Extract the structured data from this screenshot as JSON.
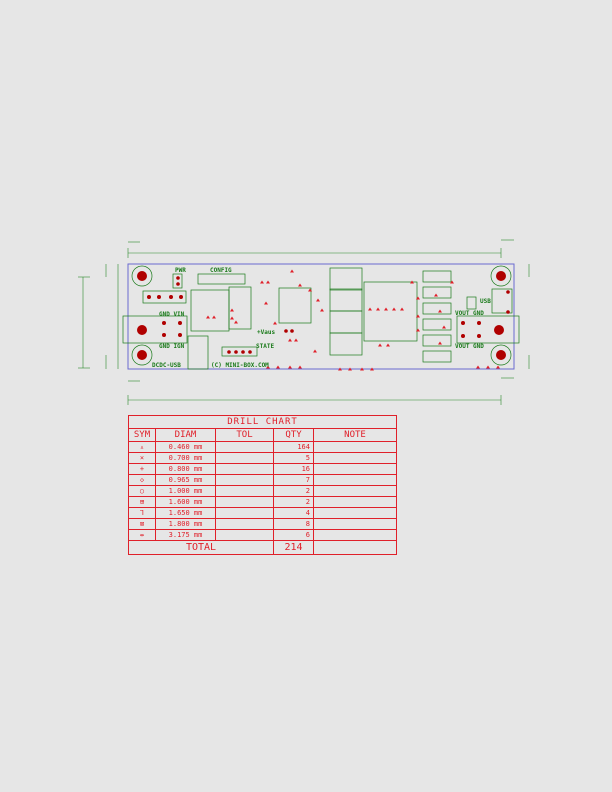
{
  "board": {
    "labels": {
      "pwr": "PWR",
      "config": "CONFIG",
      "gnd_vin": "GND VIN",
      "gnd_ign": "GND IGN",
      "name": "DCDC-USB",
      "copyright": "(C) MINI-BOX.COM",
      "state": "STATE",
      "vaus": "+Vaus",
      "vout_gnd_top": "VOUT GND",
      "vout_gnd_bottom": "VOUT GND",
      "usb": "USB"
    },
    "colors": {
      "outline": "#6a6ad0",
      "silk": "#1a7a1a",
      "pad": "#b00000",
      "drill": "#e0202a"
    }
  },
  "drill_chart": {
    "title": "DRILL CHART",
    "headers": [
      "SYM",
      "DIAM",
      "TOL",
      "QTY",
      "NOTE"
    ],
    "rows": [
      {
        "sym": "▵",
        "diam": "0.460  mm",
        "tol": "",
        "qty": "164",
        "note": ""
      },
      {
        "sym": "×",
        "diam": "0.700  mm",
        "tol": "",
        "qty": "5",
        "note": ""
      },
      {
        "sym": "+",
        "diam": "0.800  mm",
        "tol": "",
        "qty": "16",
        "note": ""
      },
      {
        "sym": "◇",
        "diam": "0.965  mm",
        "tol": "",
        "qty": "7",
        "note": ""
      },
      {
        "sym": "○",
        "diam": "1.000  mm",
        "tol": "",
        "qty": "2",
        "note": ""
      },
      {
        "sym": "⊞",
        "diam": "1.600  mm",
        "tol": "",
        "qty": "2",
        "note": ""
      },
      {
        "sym": "⅂",
        "diam": "1.650  mm",
        "tol": "",
        "qty": "4",
        "note": ""
      },
      {
        "sym": "⊠",
        "diam": "1.800  mm",
        "tol": "",
        "qty": "8",
        "note": ""
      },
      {
        "sym": "⇹",
        "diam": "3.175  mm",
        "tol": "",
        "qty": "6",
        "note": ""
      }
    ],
    "total_label": "TOTAL",
    "total_qty": "214"
  }
}
